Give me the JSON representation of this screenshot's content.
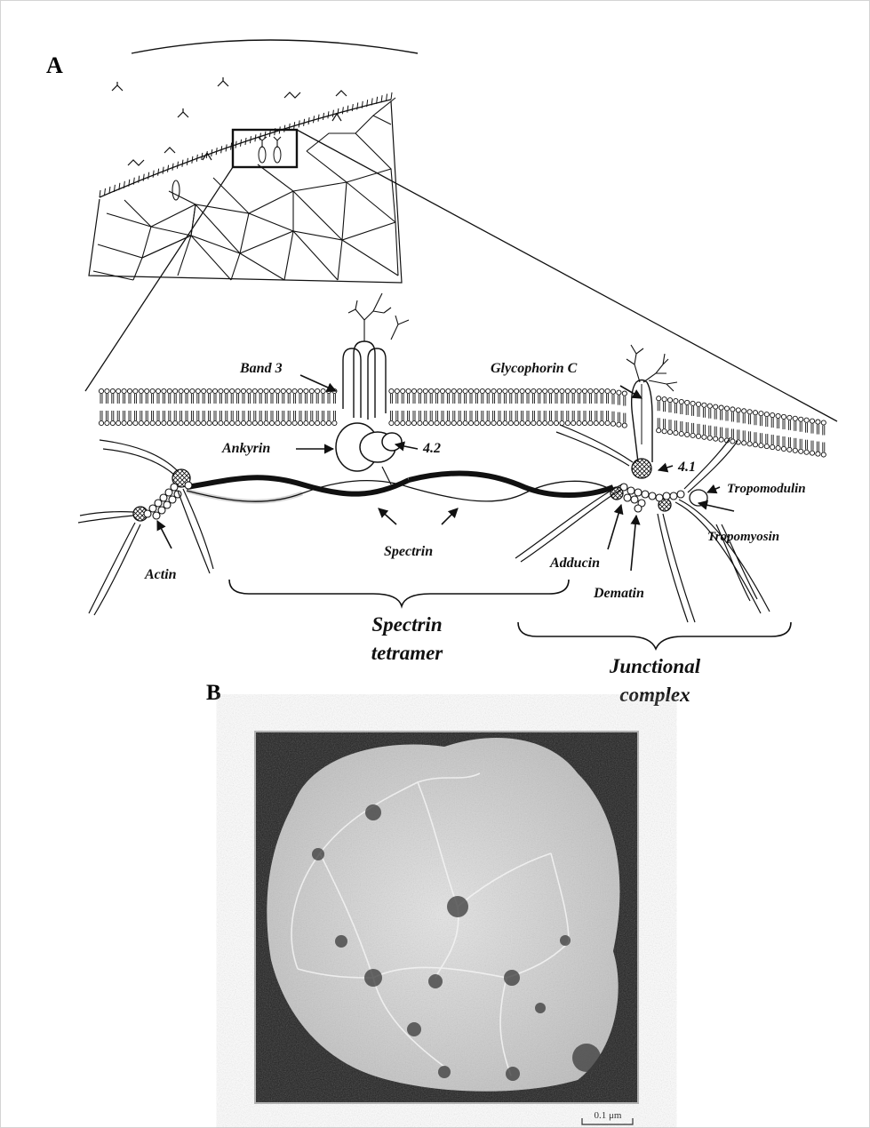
{
  "panels": {
    "a": "A",
    "b": "B"
  },
  "labels": {
    "band3": "Band 3",
    "glycophorin_c": "Glycophorin C",
    "ankyrin": "Ankyrin",
    "p42": "4.2",
    "p41": "4.1",
    "tropomodulin": "Tropomodulin",
    "tropomyosin": "Tropomyosin",
    "actin": "Actin",
    "spectrin": "Spectrin",
    "adducin": "Adducin",
    "dematin": "Dematin",
    "spectrin_tetramer_1": "Spectrin",
    "spectrin_tetramer_2": "tetramer",
    "junctional_1": "Junctional",
    "junctional_2": "complex"
  },
  "scale_bar": "0.1 μm",
  "colors": {
    "ink": "#111111",
    "micrograph_bg": "#1e1e1e",
    "micrograph_cell": "#d9d9d9"
  }
}
